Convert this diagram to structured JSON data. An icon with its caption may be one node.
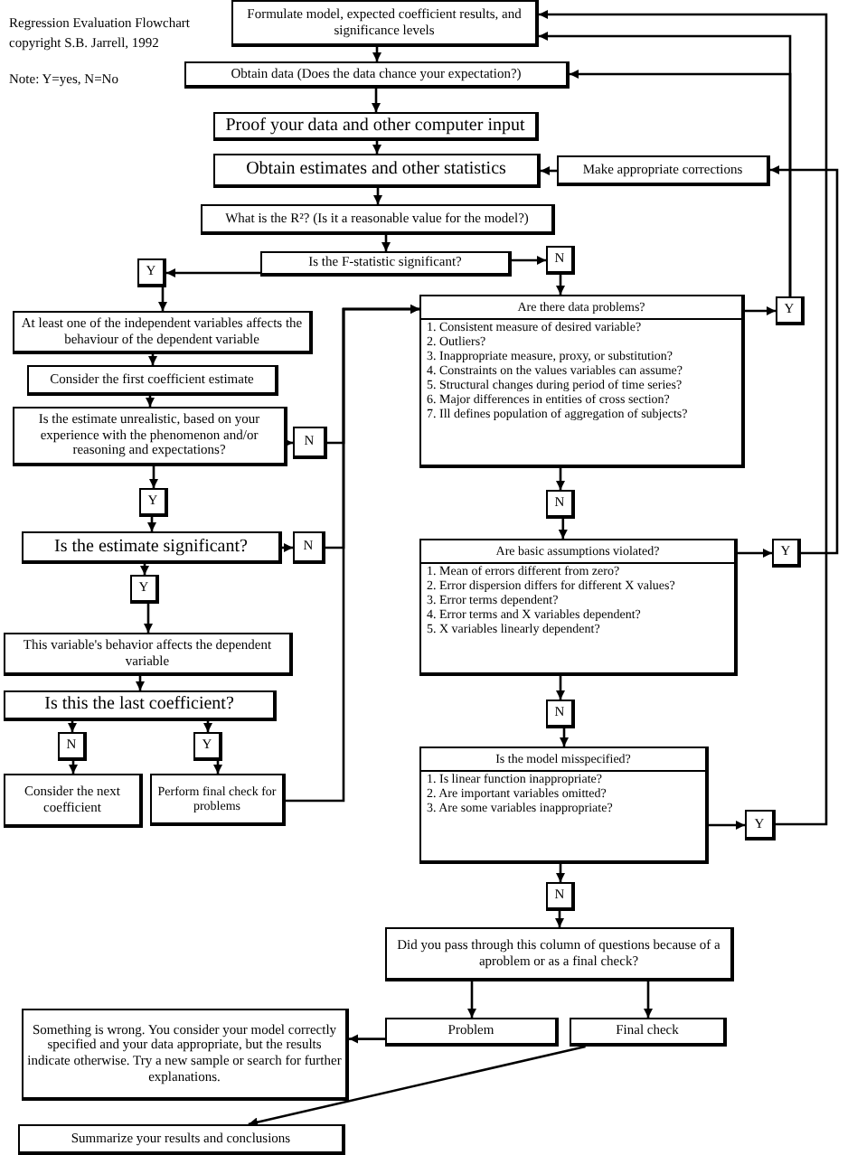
{
  "diagram": {
    "title": "Regression Evaluation Flowchart",
    "nodes": [
      {
        "text": [
          "Formulate model, expected coefficient results, and significance levels"
        ]
      },
      {
        "text": [
          "Obtain data (Does the data chance your expectation?)"
        ]
      },
      {
        "text": [
          "Proof your data and other computer input"
        ]
      },
      {
        "text": [
          "Obtain estimates and other statistics"
        ]
      },
      {
        "text": [
          "Make appropriate corrections"
        ]
      },
      {
        "text": [
          "What is the R²? (Is it a reasonable value for the model?)"
        ]
      },
      {
        "text": [
          "Is the F-statistic significant?"
        ]
      },
      {
        "text": [
          "Y"
        ]
      },
      {
        "text": [
          "N"
        ]
      },
      {
        "text": [
          "At least one of the independent variables affects the behaviour of the dependent variable"
        ]
      },
      {
        "text": [
          "Consider the first coefficient estimate"
        ]
      },
      {
        "text": [
          "Is the estimate unrealistic, based on your experience with the phenomenon and/or reasoning and expectations?"
        ]
      },
      {
        "text": [
          "N"
        ]
      },
      {
        "text": [
          "Y"
        ]
      },
      {
        "text": [
          "Is the estimate significant?"
        ]
      },
      {
        "text": [
          "N"
        ]
      },
      {
        "text": [
          "Y"
        ]
      },
      {
        "text": [
          "This variable's behavior affects the dependent variable"
        ]
      },
      {
        "text": [
          "Is this the last coefficient?"
        ]
      },
      {
        "text": [
          "N"
        ]
      },
      {
        "text": [
          "Y"
        ]
      },
      {
        "text": [
          "Consider the next coefficient"
        ]
      },
      {
        "text": [
          "Perform final check for problems"
        ]
      },
      {
        "text": [
          "Are there data problems?",
          "1. Consistent measure of desired variable?",
          "2. Outliers?",
          "3. Inappropriate measure, proxy, or substitution?",
          "4. Constraints on the values variables can assume?",
          "5. Structural changes during period of time series?",
          "6. Major differences in entities of cross section?",
          "7. Ill defines population of aggregation of subjects?"
        ]
      },
      {
        "text": [
          "Y"
        ]
      },
      {
        "text": [
          "N"
        ]
      },
      {
        "text": [
          "Are basic assumptions violated?",
          "1. Mean of errors different from zero?",
          "2. Error dispersion differs for different X values?",
          "3. Error terms dependent?",
          "4. Error terms and X variables dependent?",
          "5. X variables linearly dependent?"
        ]
      },
      {
        "text": [
          "Y"
        ]
      },
      {
        "text": [
          "N"
        ]
      },
      {
        "text": [
          "Is the model misspecified?",
          "1. Is linear function inappropriate?",
          "2. Are important variables omitted?",
          "3. Are some variables inappropriate?"
        ]
      },
      {
        "text": [
          "Y"
        ]
      },
      {
        "text": [
          "N"
        ]
      },
      {
        "text": [
          "Did you pass through this column of questions because of a aproblem or as a final check?"
        ]
      },
      {
        "text": [
          "Problem"
        ]
      },
      {
        "text": [
          "Final check"
        ]
      },
      {
        "text": [
          "Something is wrong. You consider your model correctly specified and your data appropriate, but the results indicate otherwise. Try a new sample or search for further explanations."
        ]
      },
      {
        "text": [
          "Summarize your results and conclusions"
        ]
      }
    ],
    "edges": [
      {
        "from": 0,
        "to": 1,
        "arrow": "to"
      },
      {
        "from": 1,
        "to": 2,
        "arrow": "to"
      },
      {
        "from": 2,
        "to": 3,
        "arrow": "to"
      },
      {
        "from": 4,
        "to": 3,
        "arrow": "to"
      },
      {
        "from": 3,
        "to": 5,
        "arrow": "to"
      },
      {
        "from": 5,
        "to": 6,
        "arrow": "to"
      },
      {
        "from": 6,
        "to": 7,
        "arrow": "to"
      },
      {
        "from": 6,
        "to": 8,
        "arrow": "to"
      },
      {
        "from": 7,
        "to": 9,
        "arrow": "to"
      },
      {
        "from": 9,
        "to": 10,
        "arrow": "to"
      },
      {
        "from": 10,
        "to": 11,
        "arrow": "to"
      },
      {
        "from": 11,
        "to": 12,
        "arrow": "to"
      },
      {
        "from": 11,
        "to": 13,
        "arrow": "to"
      },
      {
        "from": 13,
        "to": 14,
        "arrow": "to"
      },
      {
        "from": 14,
        "to": 15,
        "arrow": "to"
      },
      {
        "from": 14,
        "to": 16,
        "arrow": "to"
      },
      {
        "from": 16,
        "to": 17,
        "arrow": "to"
      },
      {
        "from": 17,
        "to": 18,
        "arrow": "to"
      },
      {
        "from": 18,
        "to": 19,
        "arrow": "to"
      },
      {
        "from": 18,
        "to": 20,
        "arrow": "to"
      },
      {
        "from": 19,
        "to": 21,
        "arrow": "to"
      },
      {
        "from": 20,
        "to": 22,
        "arrow": "to"
      },
      {
        "from": 12,
        "to": 23,
        "arrow": "to"
      },
      {
        "from": 15,
        "to": 23,
        "arrow": "to"
      },
      {
        "from": 22,
        "to": 23,
        "arrow": "to"
      },
      {
        "from": 8,
        "to": 23,
        "arrow": "to"
      },
      {
        "from": 23,
        "to": 24,
        "arrow": "to"
      },
      {
        "from": 23,
        "to": 25,
        "arrow": "to"
      },
      {
        "from": 24,
        "to": 0,
        "arrow": "to"
      },
      {
        "from": 24,
        "to": 1,
        "arrow": "to"
      },
      {
        "from": 25,
        "to": 26,
        "arrow": "to"
      },
      {
        "from": 26,
        "to": 27,
        "arrow": "to"
      },
      {
        "from": 26,
        "to": 28,
        "arrow": "to"
      },
      {
        "from": 27,
        "to": 4,
        "arrow": "to"
      },
      {
        "from": 28,
        "to": 29,
        "arrow": "to"
      },
      {
        "from": 29,
        "to": 30,
        "arrow": "to"
      },
      {
        "from": 29,
        "to": 31,
        "arrow": "to"
      },
      {
        "from": 30,
        "to": 0,
        "arrow": "to"
      },
      {
        "from": 31,
        "to": 32,
        "arrow": "to"
      },
      {
        "from": 32,
        "to": 33,
        "arrow": "to"
      },
      {
        "from": 32,
        "to": 34,
        "arrow": "to"
      },
      {
        "from": 33,
        "to": 35,
        "arrow": "to"
      },
      {
        "from": 34,
        "to": 36,
        "arrow": "to"
      }
    ],
    "labels": [
      "copyright S.B. Jarrell, 1992",
      "Note: Y=yes, N=No"
    ]
  }
}
